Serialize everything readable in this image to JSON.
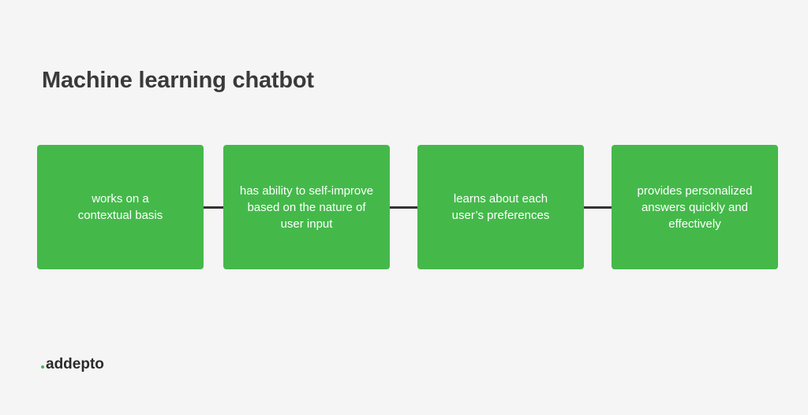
{
  "title": "Machine learning chatbot",
  "colors": {
    "box_fill": "#44b94a",
    "connector": "#333333",
    "logo_dot": "#44b94a"
  },
  "steps": [
    {
      "text": "works on a contextual basis"
    },
    {
      "text": "has ability to self-improve based on the nature of user input"
    },
    {
      "text": "learns about each user’s preferences"
    },
    {
      "text": "provides personalized answers quickly and effectively"
    }
  ],
  "logo": {
    "dot": ".",
    "name": "addepto"
  }
}
